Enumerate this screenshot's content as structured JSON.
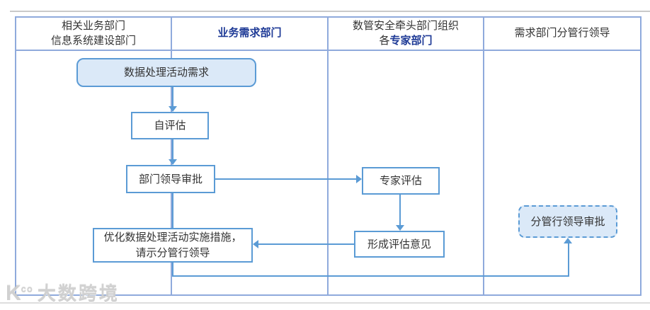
{
  "lanes": [
    {
      "line1": "相关业务部门",
      "line2": "信息系统建设部门"
    },
    {
      "line1": "业务需求部门"
    },
    {
      "line1": "数管安全牵头部门组织",
      "line2_prefix": "各",
      "line2_highlight": "专家部门"
    },
    {
      "line1": "需求部门分管行领导"
    }
  ],
  "nodes": {
    "demand": {
      "label": "数据处理活动需求"
    },
    "self_assessment": {
      "label": "自评估"
    },
    "dept_leader_approval": {
      "label": "部门领导审批"
    },
    "optimize": {
      "line1": "优化数据处理活动实施措施，",
      "line2": "请示分管行领导"
    },
    "expert_assessment": {
      "label": "专家评估"
    },
    "assessment_opinion": {
      "label": "形成评估意见"
    },
    "branch_leader_approval": {
      "label": "分管行领导审批"
    }
  },
  "edges": [
    {
      "from": "demand",
      "to": "self_assessment"
    },
    {
      "from": "self_assessment",
      "to": "dept_leader_approval"
    },
    {
      "from": "dept_leader_approval",
      "to": "expert_assessment"
    },
    {
      "from": "dept_leader_approval",
      "to": "optimize"
    },
    {
      "from": "expert_assessment",
      "to": "assessment_opinion"
    },
    {
      "from": "assessment_opinion",
      "to": "optimize"
    },
    {
      "from": "optimize",
      "to": "branch_leader_approval"
    }
  ],
  "watermark": {
    "logo_main": "K",
    "logo_sup": "co",
    "text": "大数跨境"
  },
  "colors": {
    "edge": "#5b9bd5",
    "lane_border": "#8faadc",
    "node_fill": "#dbe9f8",
    "highlight_text": "#1e3a96",
    "text": "#333333"
  }
}
